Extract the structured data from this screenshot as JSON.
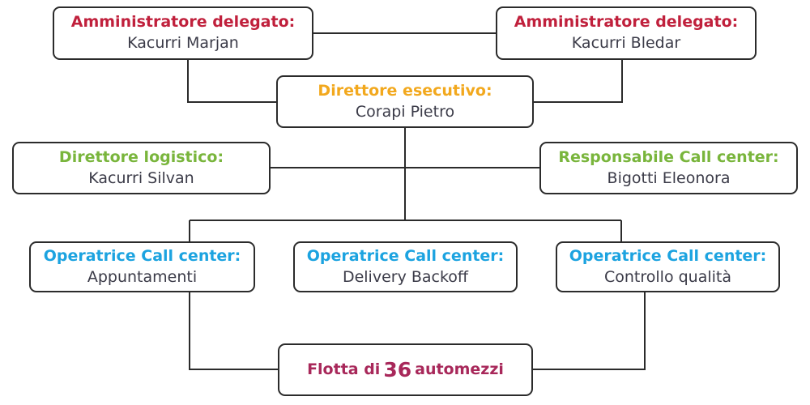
{
  "colors": {
    "role_red": "#c0203c",
    "role_orange": "#f2a81d",
    "role_green": "#79b53c",
    "role_blue": "#1ca3e0",
    "fleet": "#a8285a",
    "border": "#2b2b2b",
    "name_text": "#3b3b48"
  },
  "nodes": {
    "ad_left": {
      "role": "Amministratore delegato:",
      "person": "Kacurri Marjan"
    },
    "ad_right": {
      "role": "Amministratore delegato:",
      "person": "Kacurri Bledar"
    },
    "executive": {
      "role": "Direttore esecutivo:",
      "person": "Corapi Pietro"
    },
    "logistics": {
      "role": "Direttore logistico:",
      "person": "Kacurri Silvan"
    },
    "callcenter_manager": {
      "role": "Responsabile Call center:",
      "person": "Bigotti Eleonora"
    },
    "operator_1": {
      "role": "Operatrice Call center:",
      "person": "Appuntamenti"
    },
    "operator_2": {
      "role": "Operatrice Call center:",
      "person": "Delivery Backoff"
    },
    "operator_3": {
      "role": "Operatrice Call center:",
      "person": "Controllo qualità"
    },
    "fleet": {
      "prefix": "Flotta di",
      "count": "36",
      "suffix": "automezzi"
    }
  }
}
